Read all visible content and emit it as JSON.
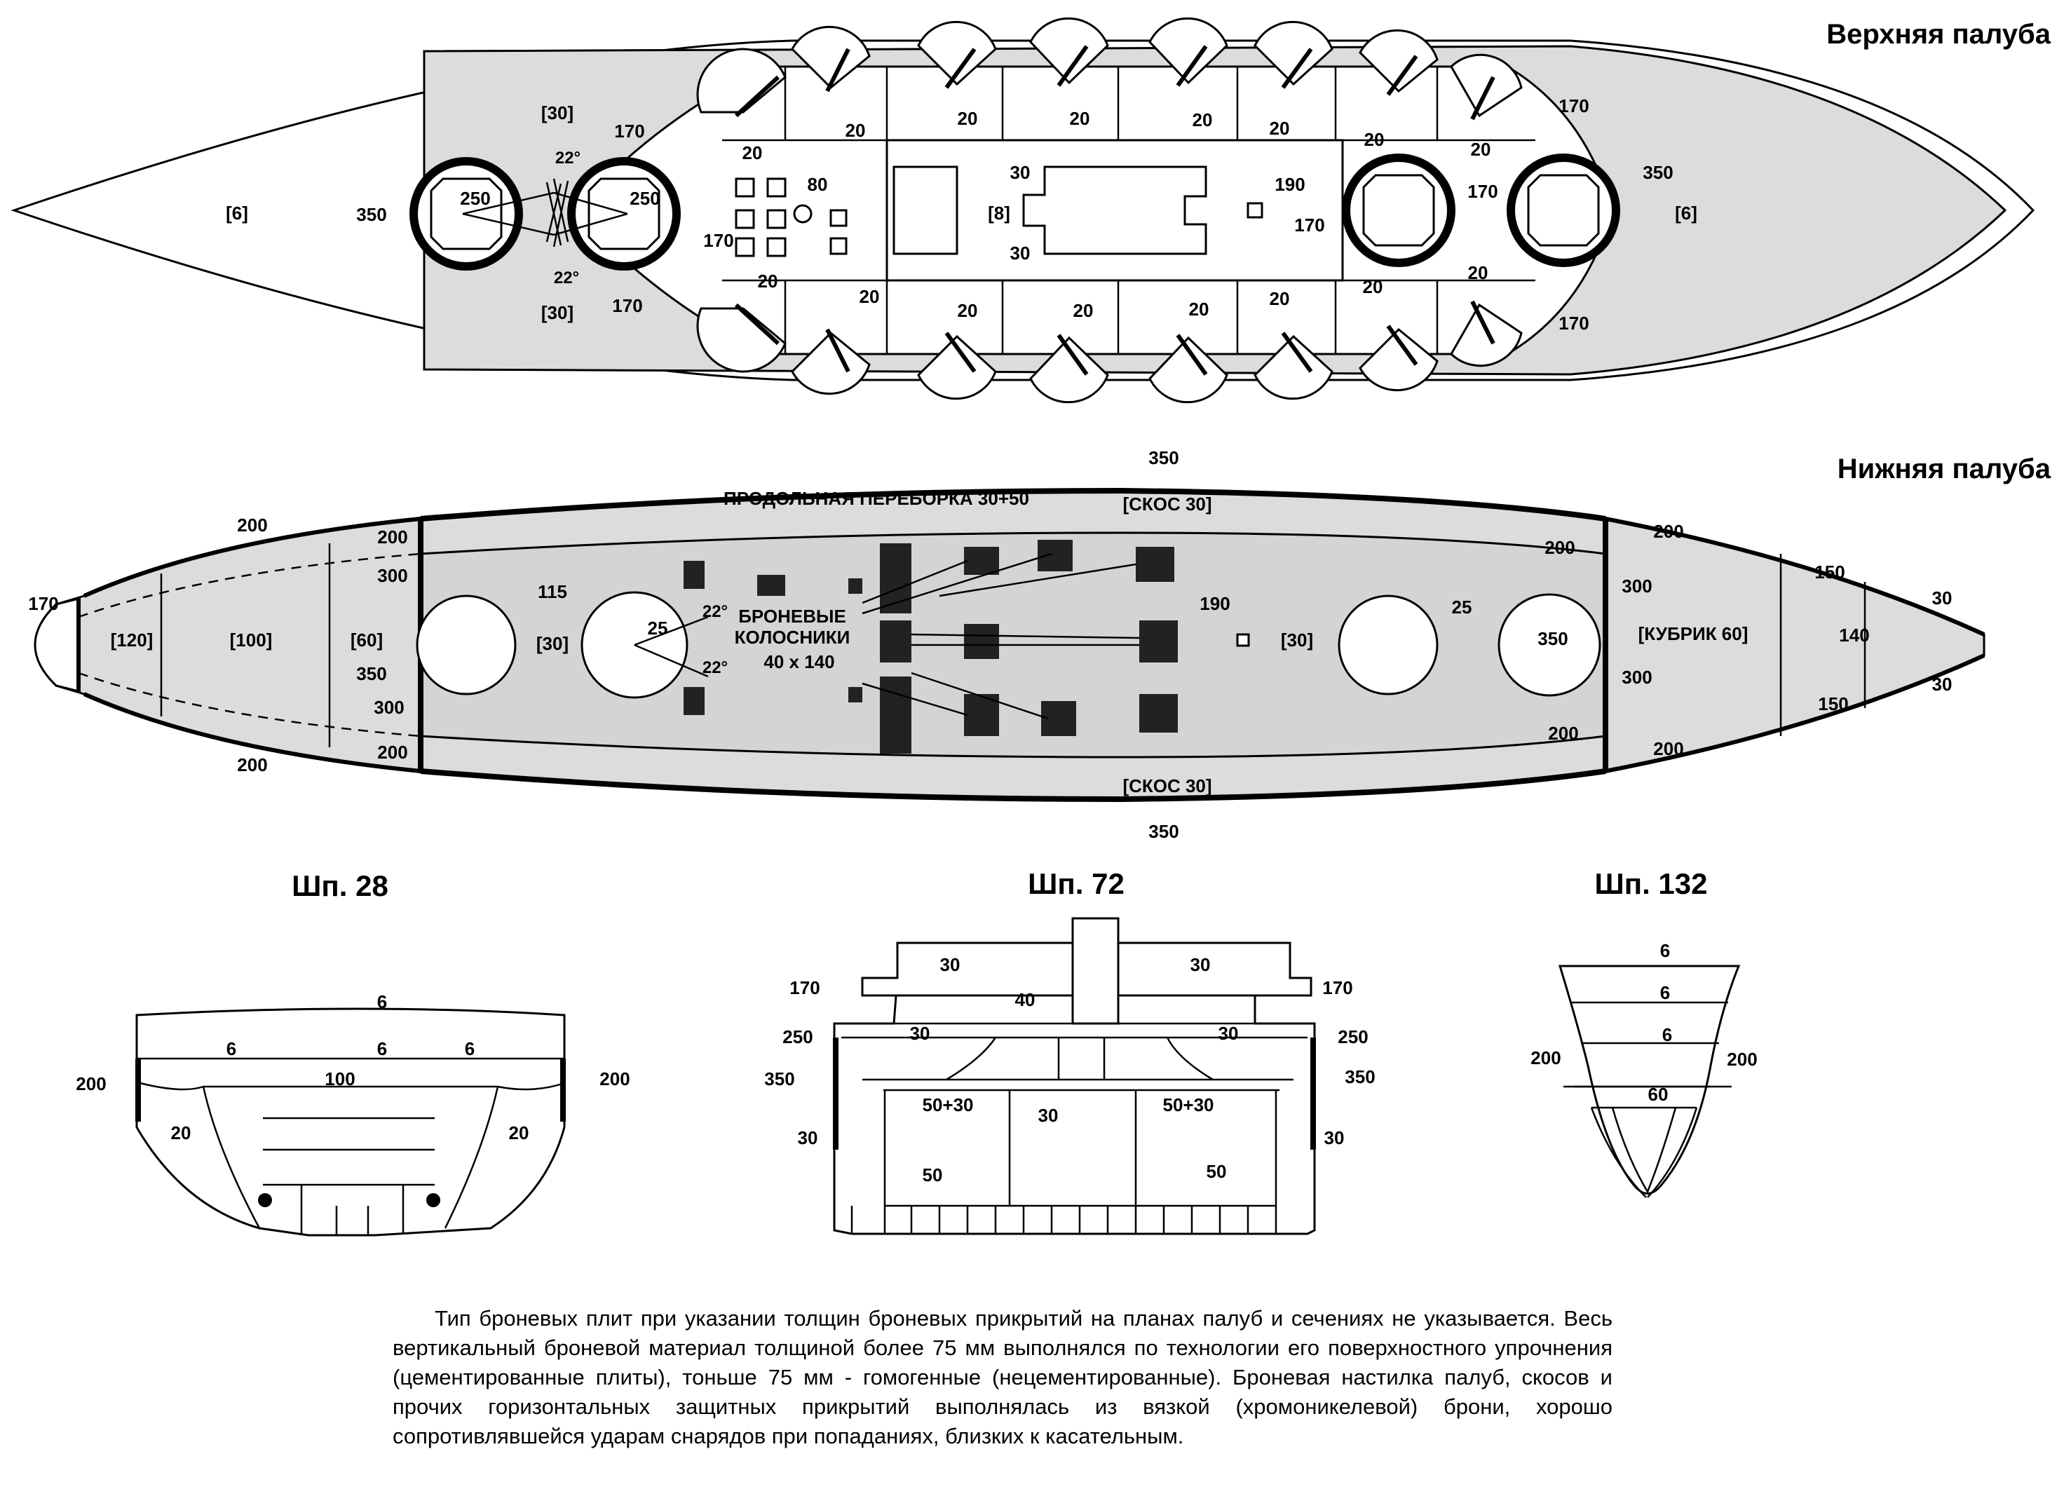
{
  "upper_deck": {
    "title": "Верхняя палуба",
    "labels": {
      "t30a": "[30]",
      "t30b": "[30]",
      "t6l": "[6]",
      "t6r": "[6]",
      "t8": "[8]",
      "a22a": "22°",
      "a22b": "22°",
      "n350l": "350",
      "n250a": "250",
      "n250b": "250",
      "n170a": "170",
      "n170b": "170",
      "n170c": "170",
      "n170d": "170",
      "n170e": "170",
      "n170f": "170",
      "n170g": "170",
      "n80": "80",
      "n190": "190",
      "n350r": "350",
      "n30a": "30",
      "n30b": "30",
      "c20": "20"
    }
  },
  "lower_deck": {
    "title": "Нижняя палуба",
    "labels": {
      "bulkhead": "ПРОДОЛЬНАЯ ПЕРЕБОРКА 30+50",
      "skos_top": "[СКОС 30]",
      "skos_bot": "[СКОС 30]",
      "n350top": "350",
      "n350bot": "350",
      "n200a": "200",
      "n200b": "200",
      "n200c": "200",
      "n200d": "200",
      "n200e": "200",
      "n200f": "200",
      "n200g": "200",
      "n200h": "200",
      "n300a": "300",
      "n300b": "300",
      "n300c": "300",
      "n300d": "300",
      "n350l": "350",
      "n170": "170",
      "t120": "[120]",
      "t100": "[100]",
      "t60": "[60]",
      "t30a": "[30]",
      "t30b": "[30]",
      "n115": "115",
      "n25a": "25",
      "n25b": "25",
      "a22a": "22°",
      "a22b": "22°",
      "grate1": "БРОНЕВЫЕ",
      "grate2": "КОЛОСНИКИ",
      "grate3": "40 х 140",
      "n190": "190",
      "n350r": "350",
      "kubrik": "[КУБРИК 60]",
      "n140": "140",
      "n150a": "150",
      "n150b": "150",
      "n30c": "30",
      "n30d": "30"
    }
  },
  "sections": {
    "s28": {
      "title": "Шп. 28",
      "l6a": "6",
      "l6b": "6",
      "l6c": "6",
      "l6d": "6",
      "l100": "100",
      "l200a": "200",
      "l200b": "200",
      "l20a": "20",
      "l20b": "20"
    },
    "s72": {
      "title": "Шп. 72",
      "l30a": "30",
      "l30b": "30",
      "l170a": "170",
      "l170b": "170",
      "l40": "40",
      "l250a": "250",
      "l250b": "250",
      "l30c": "30",
      "l30d": "30",
      "l350a": "350",
      "l350b": "350",
      "l5030a": "50+30",
      "l5030b": "50+30",
      "l30e": "30",
      "l30f": "30",
      "l30g": "30",
      "l50a": "50",
      "l50b": "50"
    },
    "s132": {
      "title": "Шп. 132",
      "l6a": "6",
      "l6b": "6",
      "l6c": "6",
      "l200a": "200",
      "l200b": "200",
      "l60": "60"
    }
  },
  "caption": "Тип броневых плит при указании толщин броневых прикрытий на планах палуб и сечениях не указывается. Весь вертикальный броневой материал толщиной более 75 мм выполнялся по технологии его поверхностного упрочнения (цементированные плиты), тоньше 75 мм - гомогенные (нецементированные). Броневая настилка палуб, скосов и прочих горизонтальных защитных прикрытий выполнялась из вязкой (хромоникелевой) брони, хорошо сопротивлявшейся ударам снарядов при попаданиях, близких к касательным."
}
